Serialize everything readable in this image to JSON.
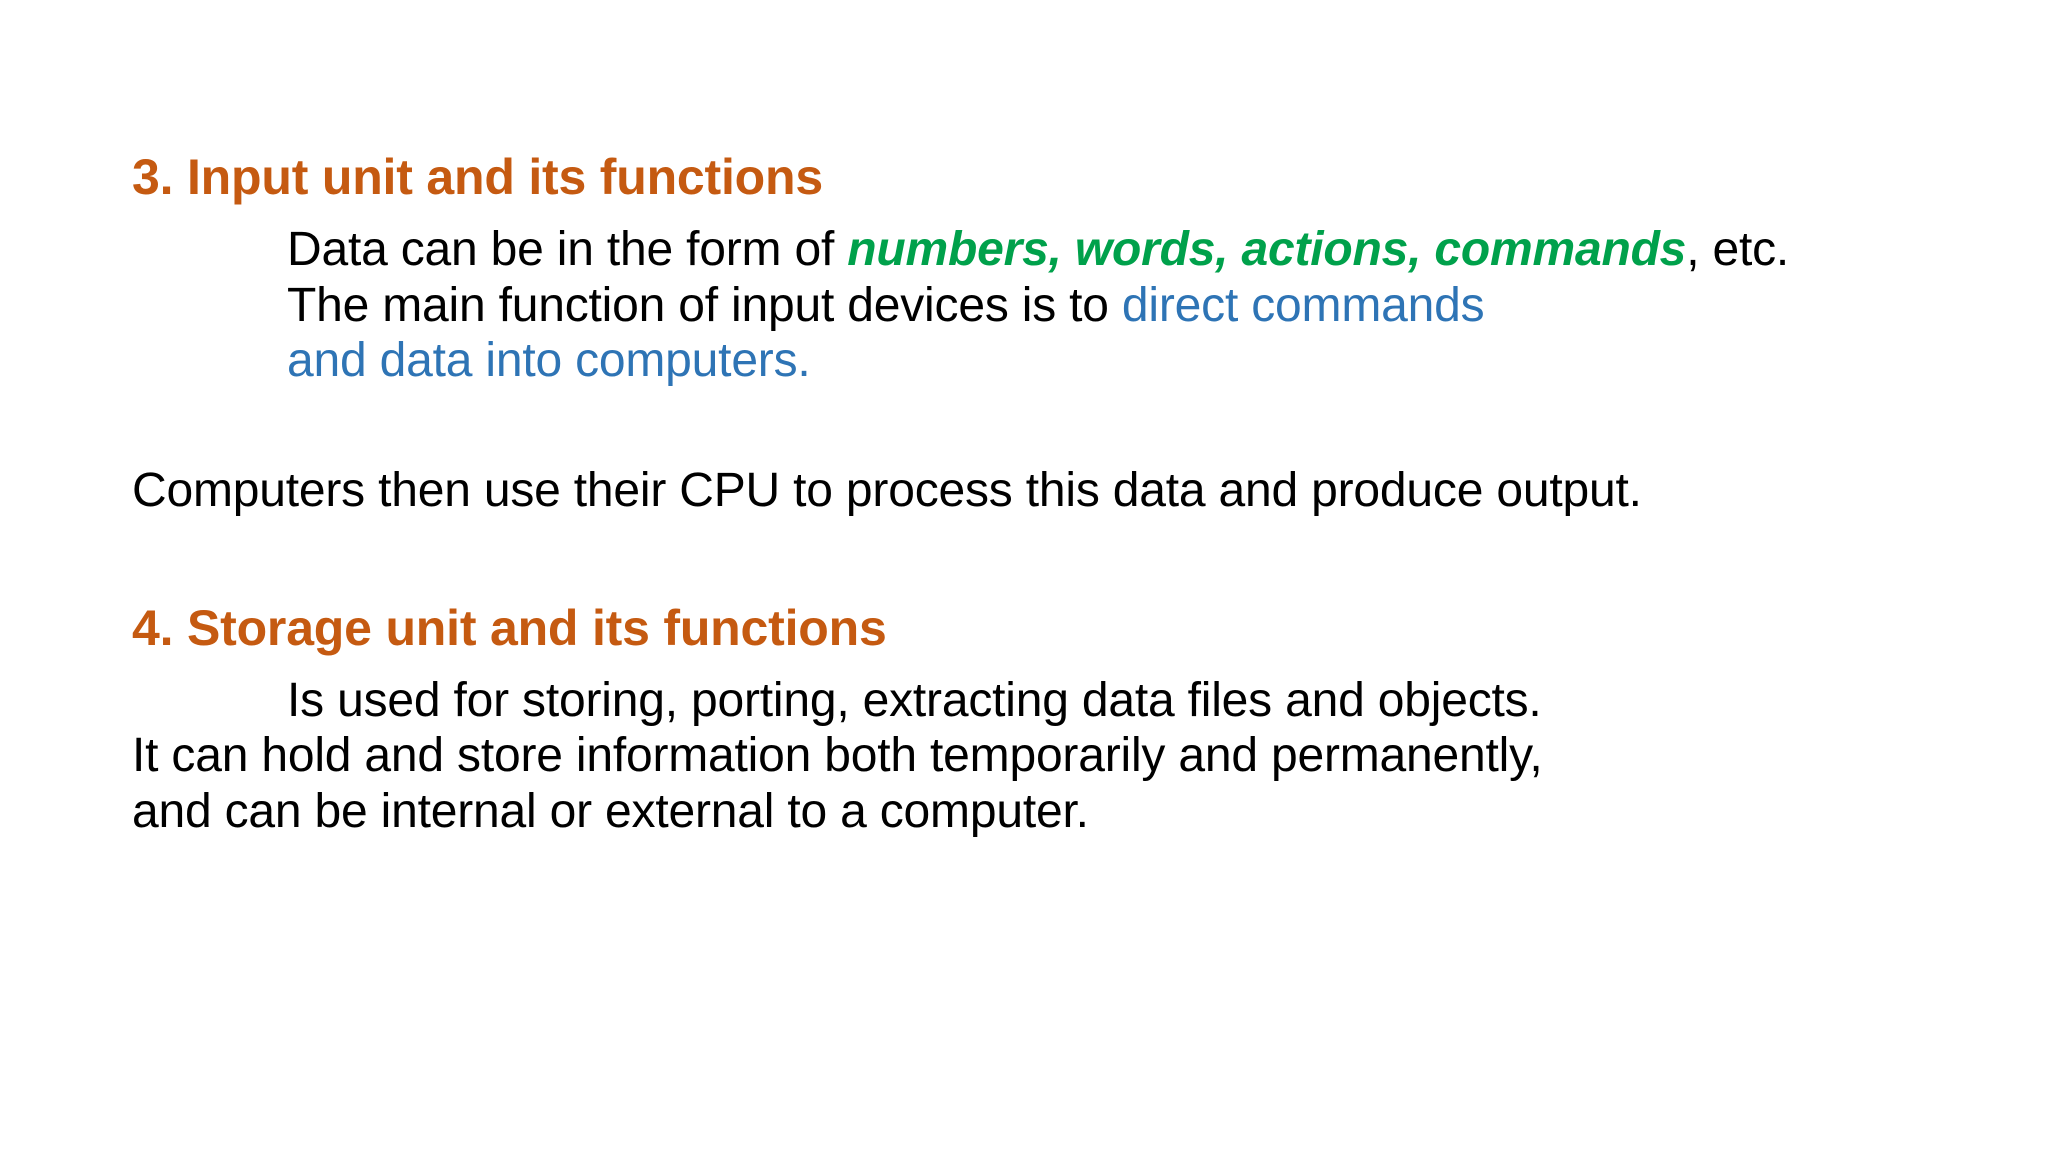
{
  "slide": {
    "background_color": "#FFFFFF",
    "colors": {
      "heading_orange": "#C55A11",
      "body_black": "#000000",
      "emphasis_green": "#00A14B",
      "emphasis_blue": "#2E74B5"
    },
    "sections": [
      {
        "id": "input-unit",
        "heading": "3. Input unit and its functions",
        "lines": [
          {
            "id": "input-line-1",
            "indent": true,
            "parts": [
              {
                "text": "Data can be in the form of ",
                "style": "black"
              },
              {
                "text": "numbers, words, actions, commands",
                "style": "green-bold-italic"
              },
              {
                "text": ", etc.",
                "style": "black"
              }
            ]
          },
          {
            "id": "input-line-2",
            "indent": true,
            "parts": [
              {
                "text": "The main function of input devices is to ",
                "style": "black"
              },
              {
                "text": "direct commands",
                "style": "blue"
              }
            ]
          },
          {
            "id": "input-line-3",
            "indent": true,
            "parts": [
              {
                "text": "and data into computers.",
                "style": "blue"
              }
            ]
          }
        ]
      },
      {
        "id": "cpu-statement",
        "heading": null,
        "lines": [
          {
            "id": "cpu-line-1",
            "indent": false,
            "parts": [
              {
                "text": "Computers then use their CPU to process this data and produce output.",
                "style": "black"
              }
            ]
          }
        ]
      },
      {
        "id": "storage-unit",
        "heading": "4. Storage unit and its functions",
        "lines": [
          {
            "id": "storage-line-1",
            "indent": true,
            "parts": [
              {
                "text": "Is used for storing, porting, extracting data files and objects.",
                "style": "black"
              }
            ]
          },
          {
            "id": "storage-line-2",
            "indent": false,
            "parts": [
              {
                "text": "It can hold and store information both temporarily and permanently,",
                "style": "black"
              }
            ]
          },
          {
            "id": "storage-line-3",
            "indent": false,
            "parts": [
              {
                "text": "and can be internal or external to a computer.",
                "style": "black"
              }
            ]
          }
        ]
      }
    ]
  }
}
